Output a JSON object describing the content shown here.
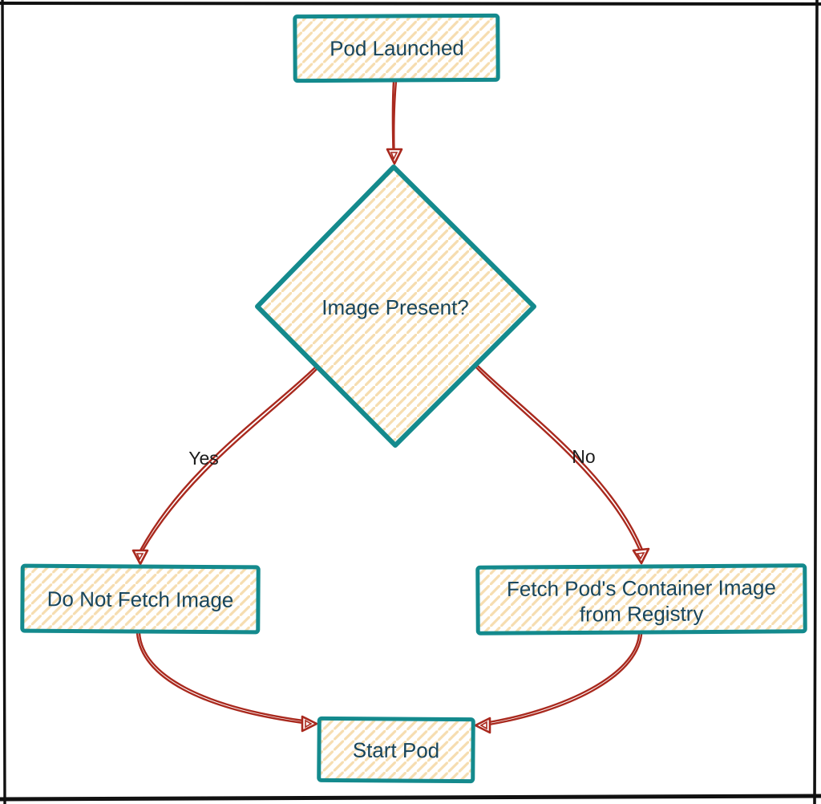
{
  "page": {
    "background": "#ffffff",
    "frame_color": "#111111"
  },
  "diagram": {
    "type": "flowchart",
    "style": "hand-drawn",
    "colors": {
      "node_border": "#148a8d",
      "node_hatch_fill": "#f6ddb0",
      "arrow": "#a9291e",
      "node_text": "#18455c",
      "edge_label_text": "#1b1b1b",
      "page_frame": "#111111"
    },
    "nodes": [
      {
        "id": "pod-launched",
        "shape": "rectangle",
        "label": "Pod Launched"
      },
      {
        "id": "image-present",
        "shape": "diamond",
        "label": "Image Present?"
      },
      {
        "id": "do-not-fetch-image",
        "shape": "rectangle",
        "label": "Do Not Fetch Image"
      },
      {
        "id": "fetch-image",
        "shape": "rectangle",
        "label_line1": "Fetch Pod's Container Image",
        "label_line2": "from Registry"
      },
      {
        "id": "start-pod",
        "shape": "rectangle",
        "label": "Start Pod"
      }
    ],
    "edges": [
      {
        "from": "pod-launched",
        "to": "image-present",
        "label": ""
      },
      {
        "from": "image-present",
        "to": "do-not-fetch-image",
        "label": "Yes"
      },
      {
        "from": "image-present",
        "to": "fetch-image",
        "label": "No"
      },
      {
        "from": "do-not-fetch-image",
        "to": "start-pod",
        "label": ""
      },
      {
        "from": "fetch-image",
        "to": "start-pod",
        "label": ""
      }
    ]
  }
}
